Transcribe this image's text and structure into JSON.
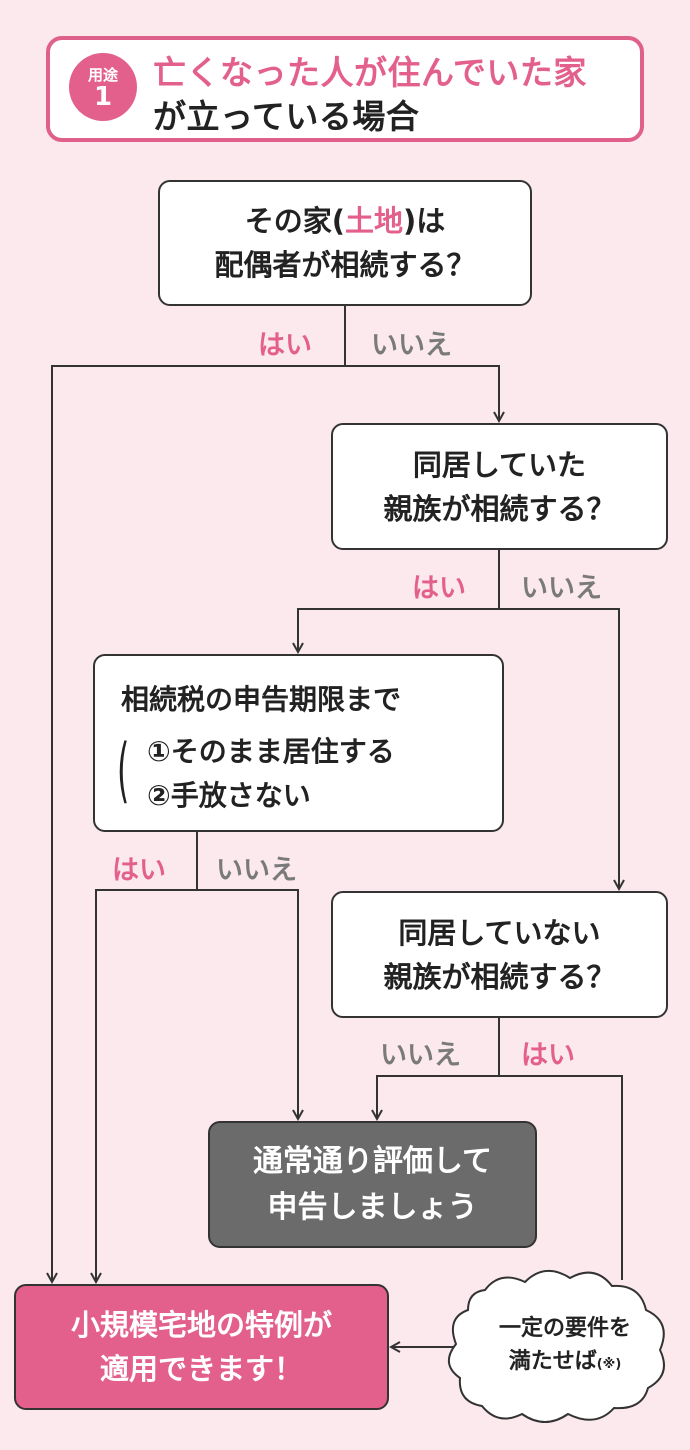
{
  "title": {
    "usage_label": "用途",
    "usage_number": "1",
    "line1": "亡くなった人が住んでいた家",
    "line2": "が立っている場合"
  },
  "q1": {
    "pre": "その家(",
    "highlight": "土地",
    "post": ")は",
    "line2": "配偶者が相続する？"
  },
  "q2": {
    "line1": "同居していた",
    "line2": "親族が相続する？"
  },
  "q3": {
    "heading": "相続税の申告期限まで",
    "item1": "①そのまま居住する",
    "item2": "②手放さない"
  },
  "q4": {
    "line1": "同居していない",
    "line2": "親族が相続する？"
  },
  "result_normal": {
    "line1": "通常通り評価して",
    "line2": "申告しましょう"
  },
  "result_special": {
    "line1": "小規模宅地の特例が",
    "line2": "適用できます！"
  },
  "condition": {
    "line1": "一定の要件を",
    "line2": "満たせば",
    "note": "(※)"
  },
  "answers": {
    "yes": "はい",
    "no": "いいえ"
  },
  "colors": {
    "background": "#fbe9ee",
    "accent_pink": "#e3608d",
    "no_gray": "#7a7a7a",
    "result_gray": "#6b6b6b"
  }
}
